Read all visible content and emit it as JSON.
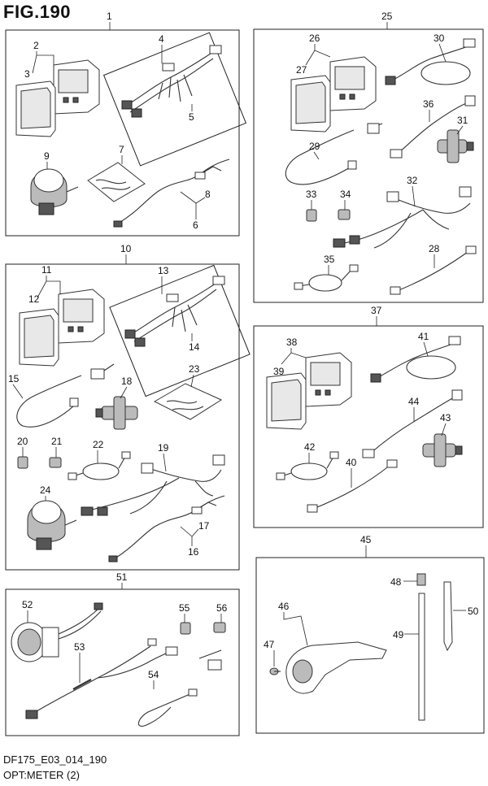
{
  "figure": {
    "title": "FIG.190",
    "code": "DF175_E03_014_190",
    "caption": "OPT:METER (2)"
  },
  "groups": [
    {
      "label": "1",
      "parts": [
        "2",
        "3",
        "4",
        "5",
        "6",
        "7",
        "8",
        "9"
      ]
    },
    {
      "label": "25",
      "parts": [
        "26",
        "27",
        "28",
        "29",
        "30",
        "31",
        "32",
        "33",
        "34",
        "35",
        "36"
      ]
    },
    {
      "label": "10",
      "parts": [
        "11",
        "12",
        "13",
        "14",
        "15",
        "16",
        "17",
        "18",
        "19",
        "20",
        "21",
        "22",
        "23",
        "24"
      ]
    },
    {
      "label": "37",
      "parts": [
        "38",
        "39",
        "40",
        "41",
        "42",
        "43",
        "44"
      ]
    },
    {
      "label": "51",
      "parts": [
        "52",
        "53",
        "54",
        "55",
        "56"
      ]
    },
    {
      "label": "45",
      "parts": [
        "46",
        "47",
        "48",
        "49",
        "50"
      ]
    }
  ]
}
